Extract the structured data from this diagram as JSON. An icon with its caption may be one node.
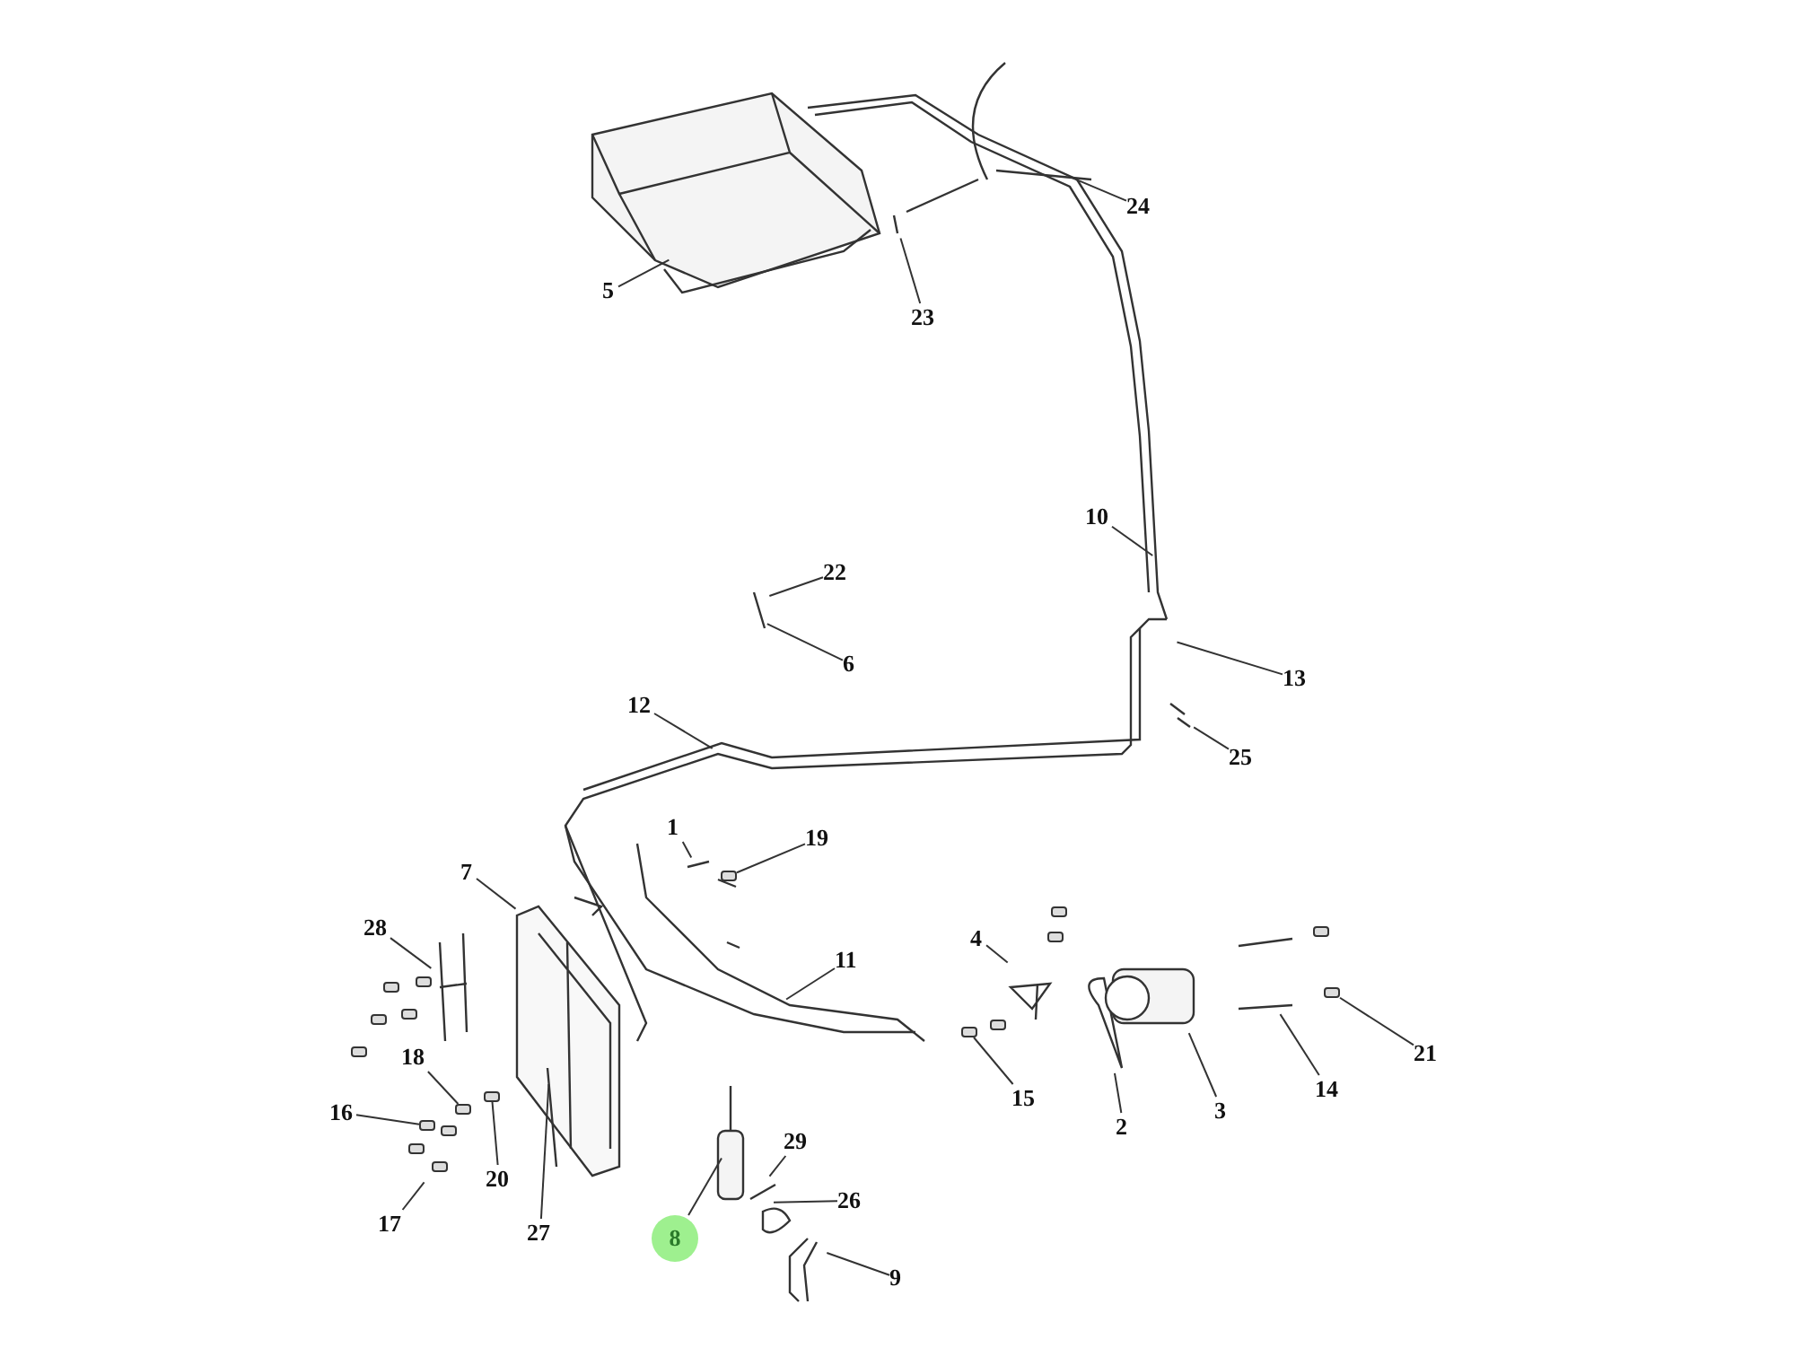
{
  "diagram": {
    "nodes": [
      {
        "text": [
          "24"
        ]
      },
      {
        "text": [
          "5"
        ]
      },
      {
        "text": [
          "23"
        ]
      },
      {
        "text": [
          "10"
        ]
      },
      {
        "text": [
          "22"
        ]
      },
      {
        "text": [
          "6"
        ]
      },
      {
        "text": [
          "13"
        ]
      },
      {
        "text": [
          "12"
        ]
      },
      {
        "text": [
          "25"
        ]
      },
      {
        "text": [
          "1"
        ]
      },
      {
        "text": [
          "19"
        ]
      },
      {
        "text": [
          "7"
        ]
      },
      {
        "text": [
          "28"
        ]
      },
      {
        "text": [
          "4"
        ]
      },
      {
        "text": [
          "11"
        ]
      },
      {
        "text": [
          "21"
        ]
      },
      {
        "text": [
          "18"
        ]
      },
      {
        "text": [
          "15"
        ]
      },
      {
        "text": [
          "16"
        ]
      },
      {
        "text": [
          "14"
        ]
      },
      {
        "text": [
          "3"
        ]
      },
      {
        "text": [
          "2"
        ]
      },
      {
        "text": [
          "29"
        ]
      },
      {
        "text": [
          "20"
        ]
      },
      {
        "text": [
          "26"
        ]
      },
      {
        "text": [
          "17"
        ]
      },
      {
        "text": [
          "27"
        ]
      },
      {
        "text": [
          "8"
        ]
      },
      {
        "text": [
          "9"
        ]
      },
      {
        "text": [],
        "shape": "box"
      },
      {
        "text": [],
        "shape": "box"
      },
      {
        "text": [],
        "shape": "box"
      },
      {
        "text": [],
        "shape": "box"
      },
      {
        "text": [],
        "shape": "box"
      },
      {
        "text": [],
        "shape": "box"
      }
    ],
    "edges": [
      {
        "from": 0,
        "to": null,
        "arrow": "none"
      },
      {
        "from": 1,
        "to": null,
        "arrow": "none"
      },
      {
        "from": 2,
        "to": null,
        "arrow": "none"
      },
      {
        "from": 3,
        "to": null,
        "arrow": "none"
      },
      {
        "from": 4,
        "to": null,
        "arrow": "none"
      },
      {
        "from": 5,
        "to": null,
        "arrow": "none"
      },
      {
        "from": 6,
        "to": null,
        "arrow": "none"
      },
      {
        "from": 7,
        "to": null,
        "arrow": "none"
      },
      {
        "from": 8,
        "to": null,
        "arrow": "none"
      },
      {
        "from": 9,
        "to": null,
        "arrow": "none"
      },
      {
        "from": 10,
        "to": 29,
        "arrow": "none"
      },
      {
        "from": 11,
        "to": null,
        "arrow": "none"
      },
      {
        "from": 12,
        "to": null,
        "arrow": "none"
      },
      {
        "from": 13,
        "to": null,
        "arrow": "none"
      },
      {
        "from": 14,
        "to": null,
        "arrow": "none"
      },
      {
        "from": 15,
        "to": 30,
        "arrow": "none"
      },
      {
        "from": 16,
        "to": 31,
        "arrow": "none"
      },
      {
        "from": 17,
        "to": 32,
        "arrow": "none"
      },
      {
        "from": 18,
        "to": 33,
        "arrow": "none"
      },
      {
        "from": 19,
        "to": null,
        "arrow": "none"
      },
      {
        "from": 20,
        "to": null,
        "arrow": "none"
      },
      {
        "from": 21,
        "to": null,
        "arrow": "none"
      },
      {
        "from": 22,
        "to": null,
        "arrow": "none"
      },
      {
        "from": 23,
        "to": 34,
        "arrow": "none"
      },
      {
        "from": 24,
        "to": null,
        "arrow": "none"
      },
      {
        "from": 25,
        "to": null,
        "arrow": "none"
      },
      {
        "from": 26,
        "to": null,
        "arrow": "none"
      },
      {
        "from": 27,
        "to": null,
        "arrow": "none"
      },
      {
        "from": 28,
        "to": null,
        "arrow": "none"
      }
    ]
  }
}
